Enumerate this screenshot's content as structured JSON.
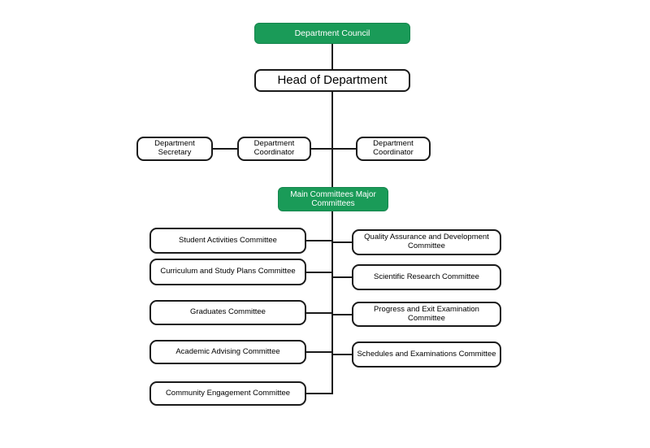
{
  "diagram": {
    "type": "org-chart",
    "background": "#ffffff",
    "colors": {
      "green_fill": "#1a9b58",
      "green_border": "#15854d",
      "box_border": "#1a1a1a",
      "connector_line": "#1a1a1a",
      "green_text": "#ffffff",
      "box_text": "#000000"
    },
    "nodes": {
      "council": "Department Council",
      "head": "Head of Department",
      "secretary": "Department Secretary",
      "coordinator1": "Department Coordinator",
      "coordinator2": "Department Coordinator",
      "main_committees": "Main Committees Major Committees",
      "left_committees": [
        "Student Activities Committee",
        "Curriculum and Study Plans Committee",
        "Graduates Committee",
        "Academic Advising Committee",
        "Community Engagement Committee"
      ],
      "right_committees": [
        "Quality Assurance and Development Committee",
        "Scientific Research Committee",
        "Progress and Exit Examination Committee",
        "Schedules and Examinations Committee"
      ]
    },
    "hierarchy": {
      "root": "Department Council",
      "reports_to_root": "Head of Department",
      "staff_row": [
        "Department Secretary",
        "Department Coordinator",
        "Department Coordinator"
      ],
      "committees_parent": "Main Committees Major Committees"
    }
  }
}
